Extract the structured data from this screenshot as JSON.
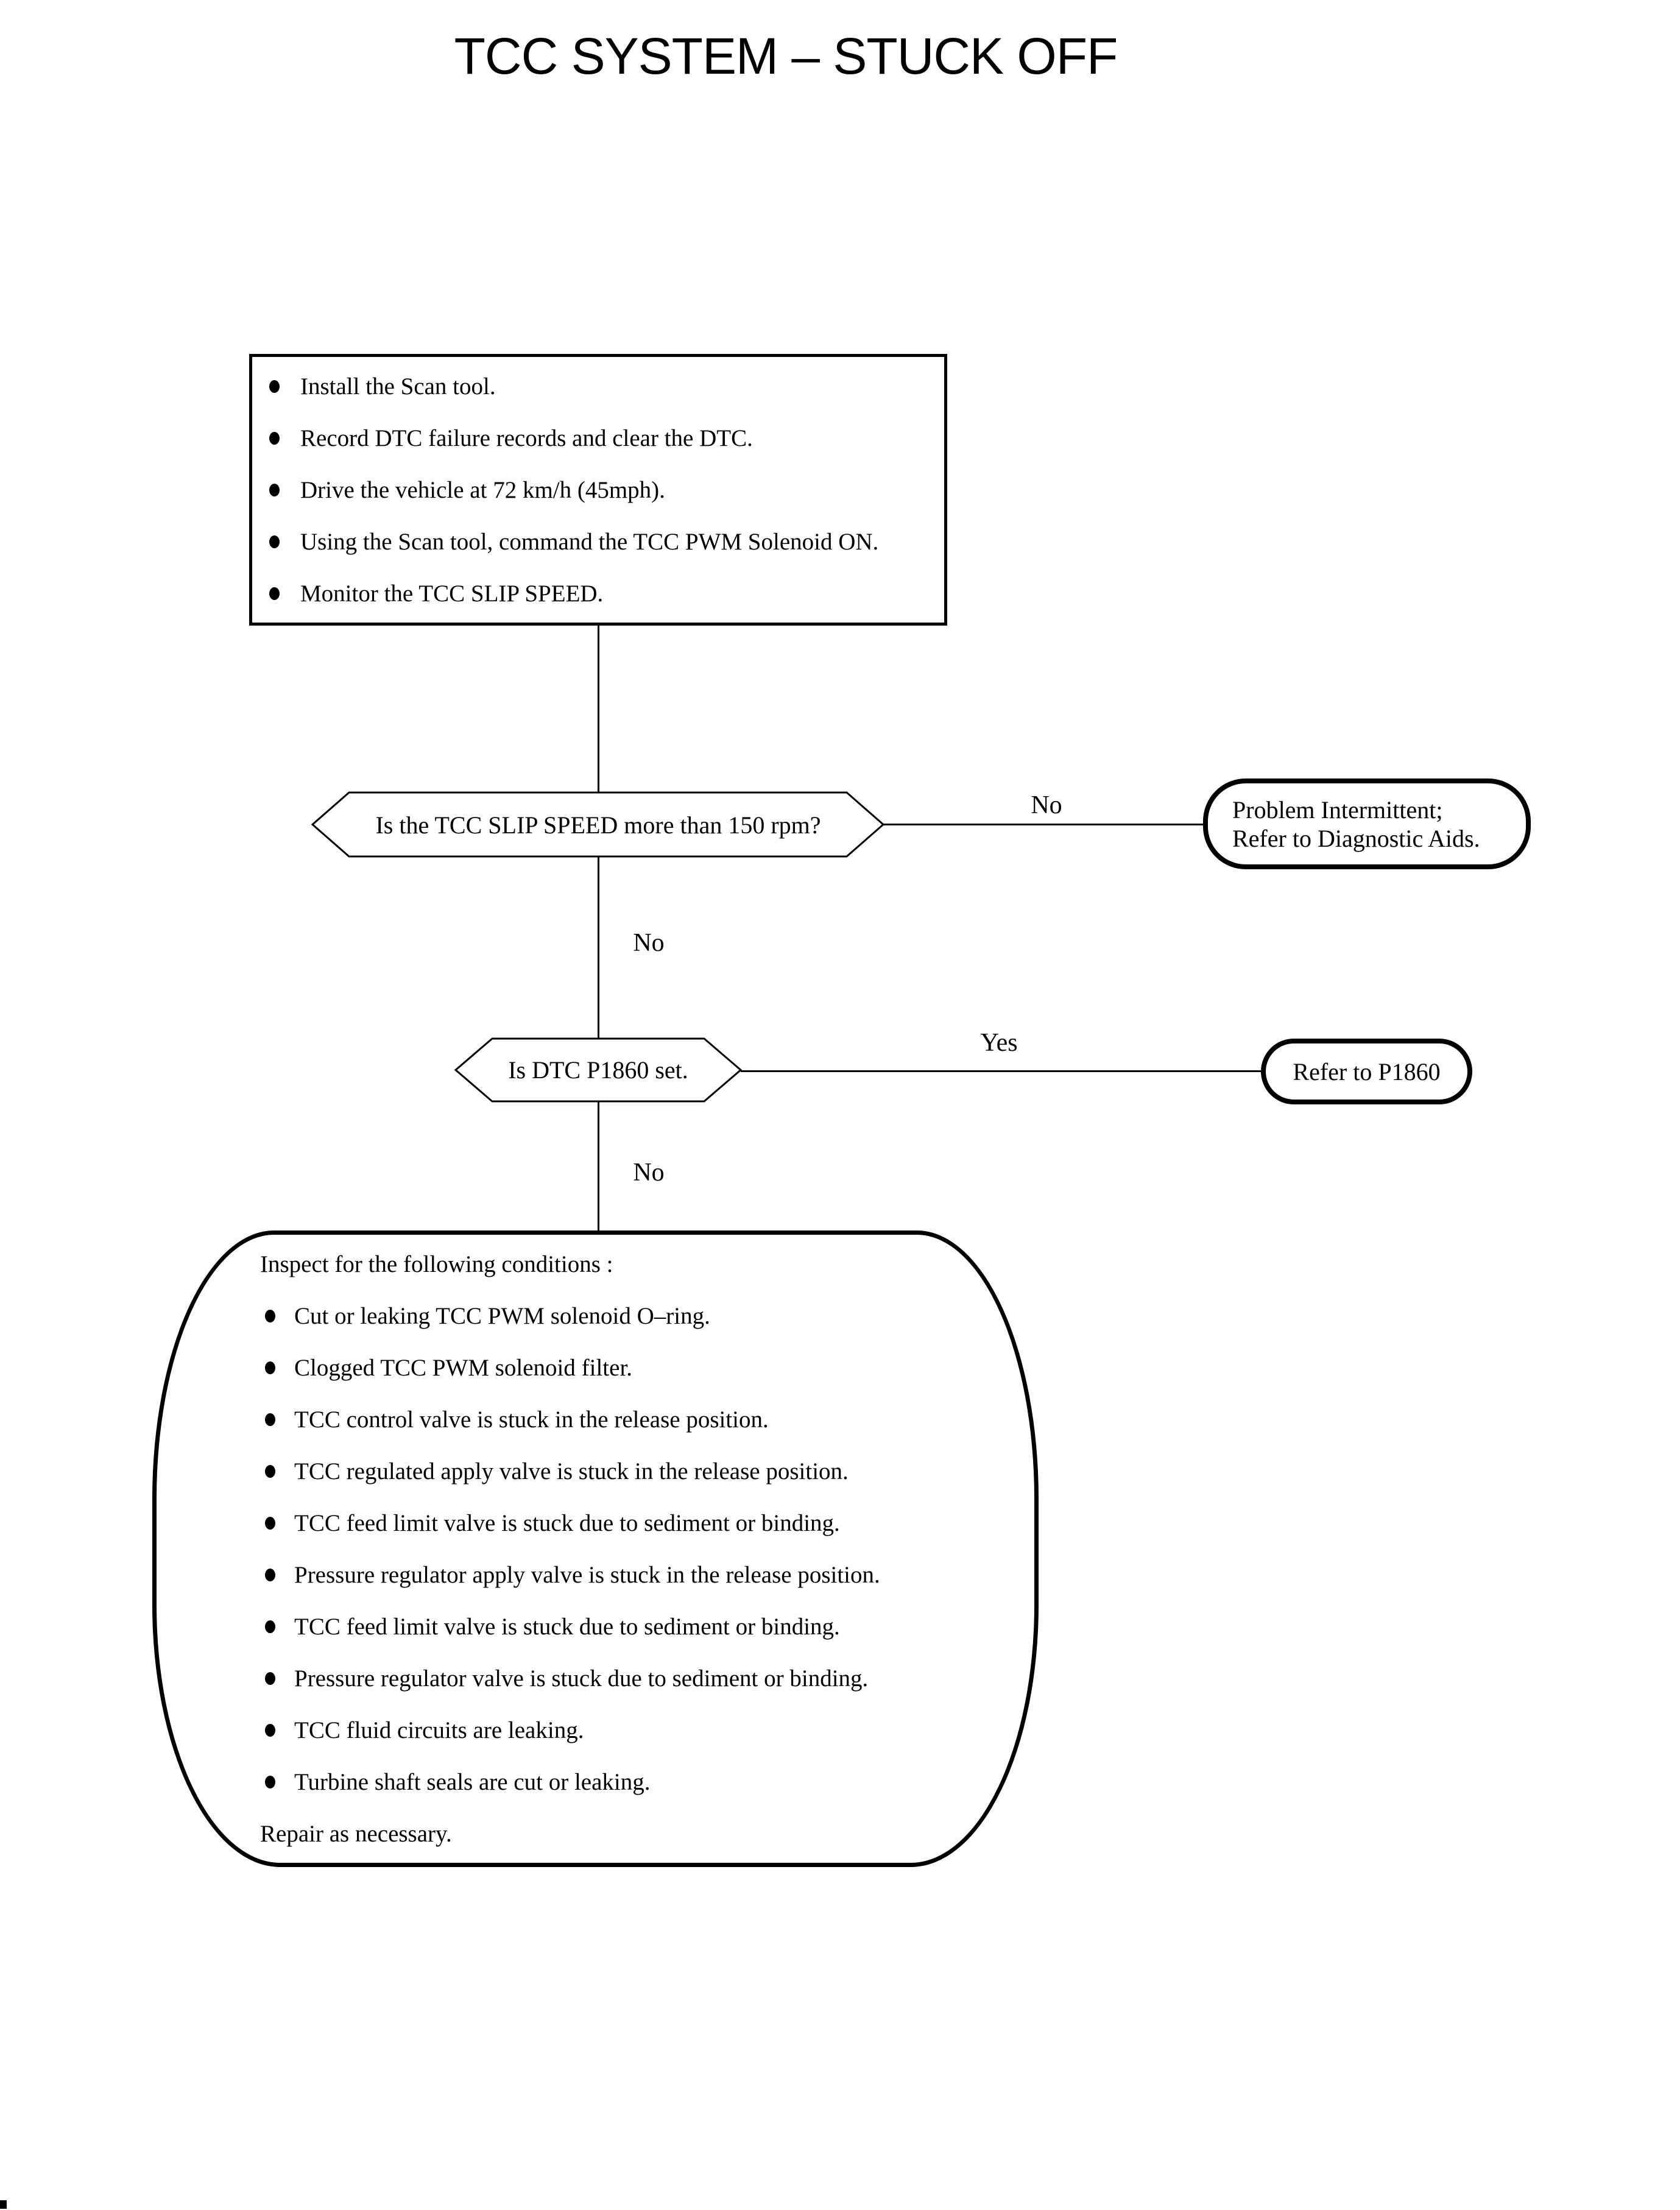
{
  "title": "TCC SYSTEM – STUCK OFF",
  "colors": {
    "ink": "#000000",
    "paper": "#ffffff"
  },
  "step_box": {
    "items": [
      "Install the Scan tool.",
      "Record DTC failure records and clear the DTC.",
      "Drive the vehicle at 72 km/h (45mph).",
      "Using the Scan tool, command the TCC PWM Solenoid ON.",
      "Monitor the TCC SLIP SPEED."
    ]
  },
  "decision1": {
    "label": "Is the TCC SLIP SPEED more than 150 rpm?",
    "right_branch_label": "No",
    "down_branch_label": "No"
  },
  "terminal1": {
    "line1": "Problem Intermittent;",
    "line2": "Refer to Diagnostic Aids."
  },
  "decision2": {
    "label": "Is DTC P1860 set.",
    "right_branch_label": "Yes",
    "down_branch_label": "No"
  },
  "terminal2": {
    "label": "Refer to P1860"
  },
  "inspect_box": {
    "header": "Inspect for the following conditions :",
    "items": [
      "Cut or leaking TCC PWM solenoid O–ring.",
      "Clogged TCC PWM solenoid filter.",
      "TCC control valve is stuck in the release position.",
      "TCC regulated apply valve is stuck in the release position.",
      "TCC feed limit valve is stuck due to sediment or binding.",
      "Pressure regulator apply valve is stuck in the release position.",
      "TCC feed limit valve is stuck due to sediment or binding.",
      "Pressure regulator valve is stuck due to sediment or binding.",
      "TCC fluid circuits are leaking.",
      "Turbine shaft seals are cut or leaking."
    ],
    "footer": "Repair as necessary."
  }
}
